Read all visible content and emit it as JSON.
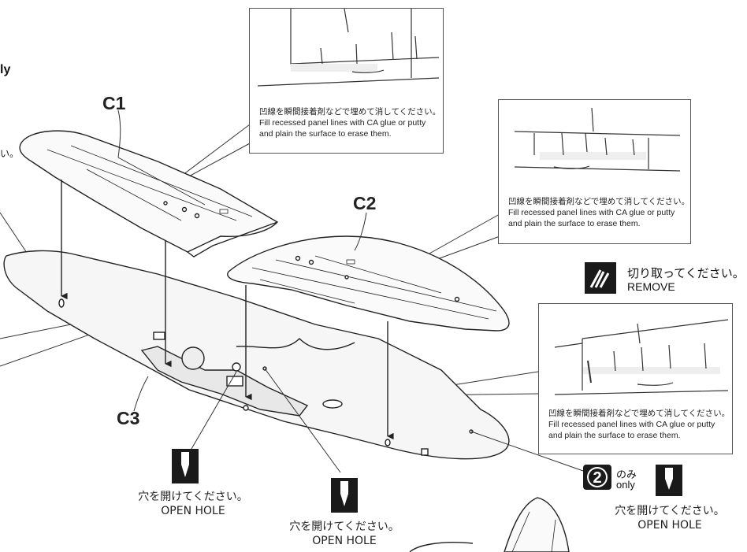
{
  "partial_label": "ly",
  "partial_edge_text": "い。",
  "parts": {
    "c1": "C1",
    "c2": "C2",
    "c3": "C3"
  },
  "callouts": [
    {
      "jp": "凹線を瞬間接着剤などで埋めて消してください。",
      "en1": "Fill recessed panel lines with CA glue or putty",
      "en2": "and plain the surface to erase them."
    },
    {
      "jp": "凹線を瞬間接着剤などで埋めて消してください。",
      "en1": "Fill recessed panel lines with CA glue or putty",
      "en2": "and plain the surface to erase them."
    },
    {
      "jp": "凹線を瞬間接着剤などで埋めて消してください。",
      "en1": "Fill recessed panel lines with CA glue or putty",
      "en2": "and plain the surface to erase them."
    }
  ],
  "remove": {
    "jp": "切り取ってください。",
    "en": "REMOVE"
  },
  "open_hole": {
    "jp": "穴を開けてください。",
    "en": "OPEN HOLE"
  },
  "variant": {
    "number": "2",
    "jp": "のみ",
    "en": "only"
  },
  "colors": {
    "ink": "#222222",
    "panel_fill": "#f4f4f4",
    "icon": "#1a1a1a"
  }
}
